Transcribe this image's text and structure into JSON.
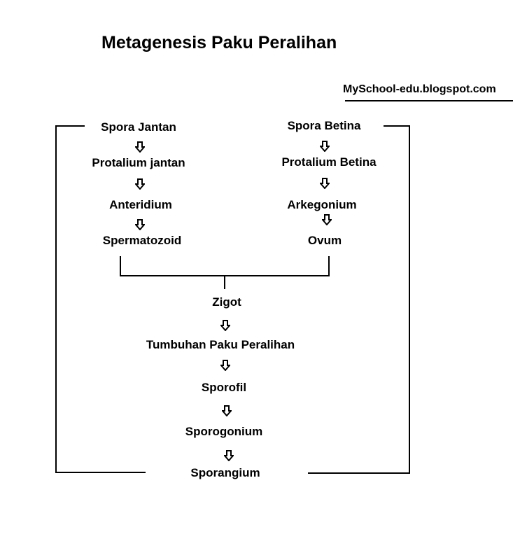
{
  "title": "Metagenesis Paku Peralihan",
  "source": "MySchool-edu.blogspot.com",
  "male_path": {
    "steps": [
      "Spora Jantan",
      "Protalium jantan",
      "Anteridium",
      "Spermatozoid"
    ]
  },
  "female_path": {
    "steps": [
      "Spora Betina",
      "Protalium Betina",
      "Arkegonium",
      "Ovum"
    ]
  },
  "merged_path": {
    "steps": [
      "Zigot",
      "Tumbuhan Paku Peralihan",
      "Sporofil",
      "Sporogonium",
      "Sporangium"
    ]
  },
  "arrow_icon": "down-arrow-icon"
}
